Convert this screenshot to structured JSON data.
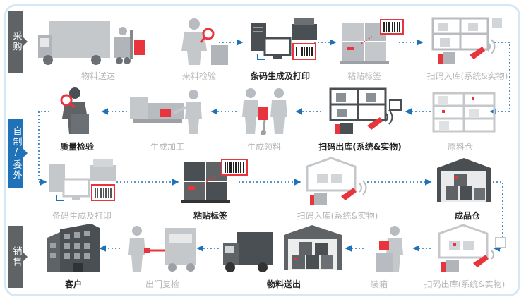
{
  "sections": [
    {
      "label": "采购"
    },
    {
      "label": "自制/委外"
    },
    {
      "label": "销售"
    }
  ],
  "steps": {
    "s1": {
      "label": "物料送达",
      "icon": "truck-forklift-icon"
    },
    "s2": {
      "label": "来料检验",
      "icon": "inspector-magnifier-icon"
    },
    "s3": {
      "label": "条码生成及打印",
      "icon": "computer-printer-icon"
    },
    "s4": {
      "label": "粘贴标签",
      "icon": "pallet-barcode-icon"
    },
    "s5": {
      "label": "扫码入库(系统&实物)",
      "icon": "warehouse-scanner-icon"
    },
    "s6": {
      "label": "原料仓",
      "icon": "shelving-icon"
    },
    "s7": {
      "label": "扫码出库(系统&实物)",
      "icon": "warehouse-scanner-icon"
    },
    "s8": {
      "label": "生成领料",
      "icon": "workers-handtruck-icon"
    },
    "s9": {
      "label": "生成加工",
      "icon": "worker-machine-icon"
    },
    "s10": {
      "label": "质量检验",
      "icon": "inspector-magnifier-icon"
    },
    "s11": {
      "label": "条码生成及打印",
      "icon": "computer-printer-icon"
    },
    "s12": {
      "label": "粘贴标签",
      "icon": "pallet-barcode-icon"
    },
    "s13": {
      "label": "扫码入库(系统&实物)",
      "icon": "warehouse-scanner-icon"
    },
    "s14": {
      "label": "成品仓",
      "icon": "warehouse-boxes-icon"
    },
    "s15": {
      "label": "扫码出库(系统&实物)",
      "icon": "warehouse-scanner-icon"
    },
    "s16": {
      "label": "装箱",
      "icon": "worker-packing-icon"
    },
    "s17": {
      "label": "物料送出",
      "icon": "truck-warehouse-icon"
    },
    "s18": {
      "label": "出门复检",
      "icon": "gate-check-icon"
    },
    "s19": {
      "label": "客户",
      "icon": "office-building-icon"
    }
  },
  "colors": {
    "accent": "#e8343c",
    "connector": "#1f72b8",
    "icon_grey": "#b8bcc0",
    "icon_dark": "#4a4f54"
  }
}
